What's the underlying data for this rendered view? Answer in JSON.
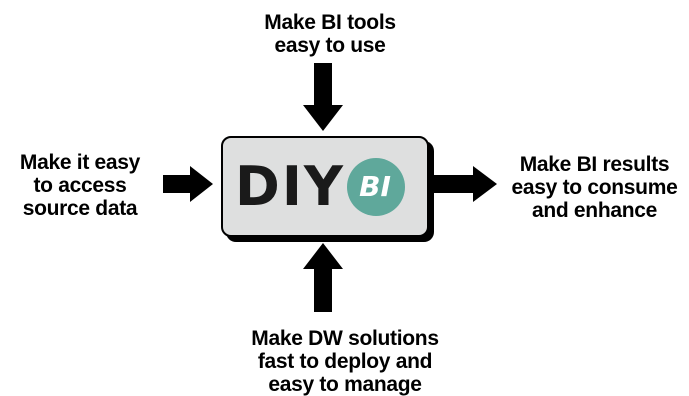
{
  "center": {
    "logo_main": "DIY",
    "logo_badge": "BI",
    "badge_color": "#5fa89b",
    "box_fill": "#dedfdf"
  },
  "inputs": {
    "top": "Make BI tools\neasy to use",
    "left": "Make it easy\nto access\nsource data",
    "bottom": "Make DW solutions\nfast to deploy and\neasy to manage"
  },
  "output": {
    "right": "Make BI results\neasy to consume\nand enhance"
  }
}
